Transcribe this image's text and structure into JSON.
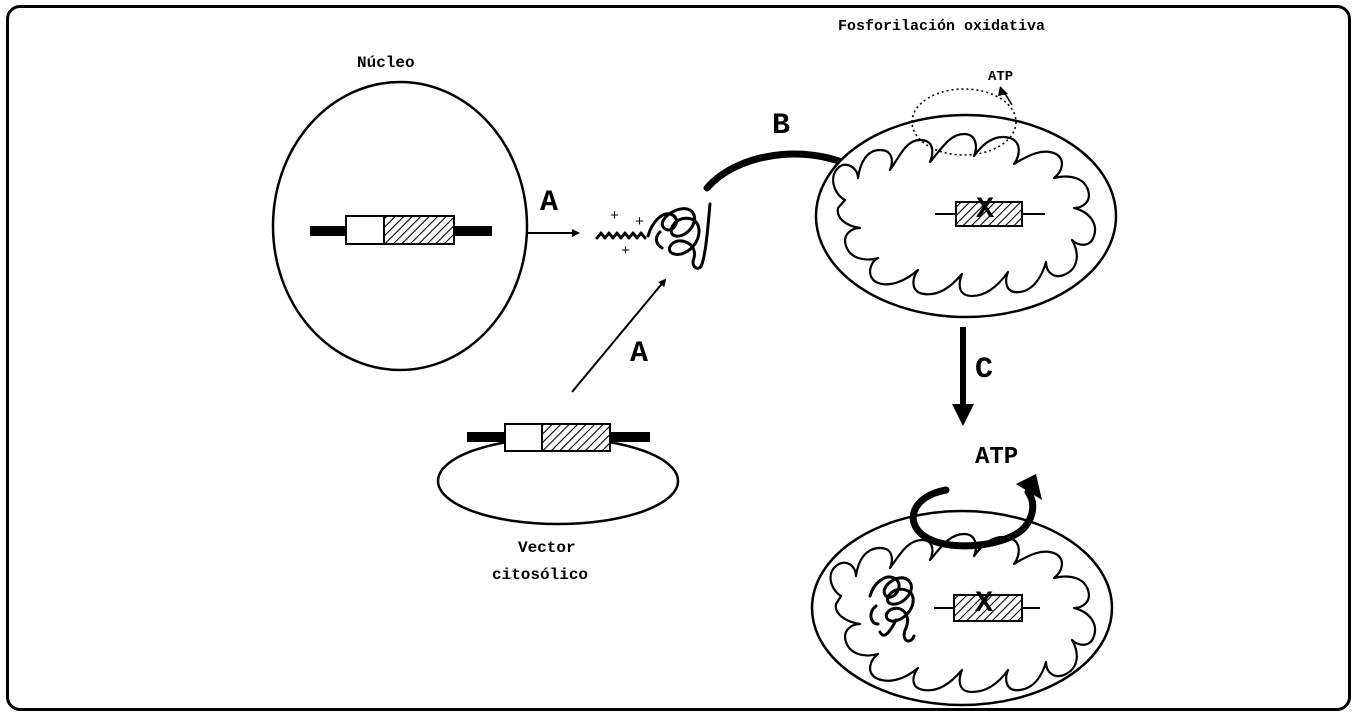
{
  "labels": {
    "nucleus": "Núcleo",
    "oxphos": "Fosforilación oxidativa",
    "atp_small": "ATP",
    "atp_large": "ATP",
    "step_a1": "A",
    "step_a2": "A",
    "step_b": "B",
    "step_c": "C",
    "vector_line1": "Vector",
    "vector_line2": "citosólico",
    "mutation_top": "X",
    "mutation_bottom": "X",
    "charges": [
      "+",
      "+",
      "+"
    ]
  },
  "colors": {
    "ink": "#000000",
    "background": "#ffffff",
    "frame": "#000000"
  }
}
